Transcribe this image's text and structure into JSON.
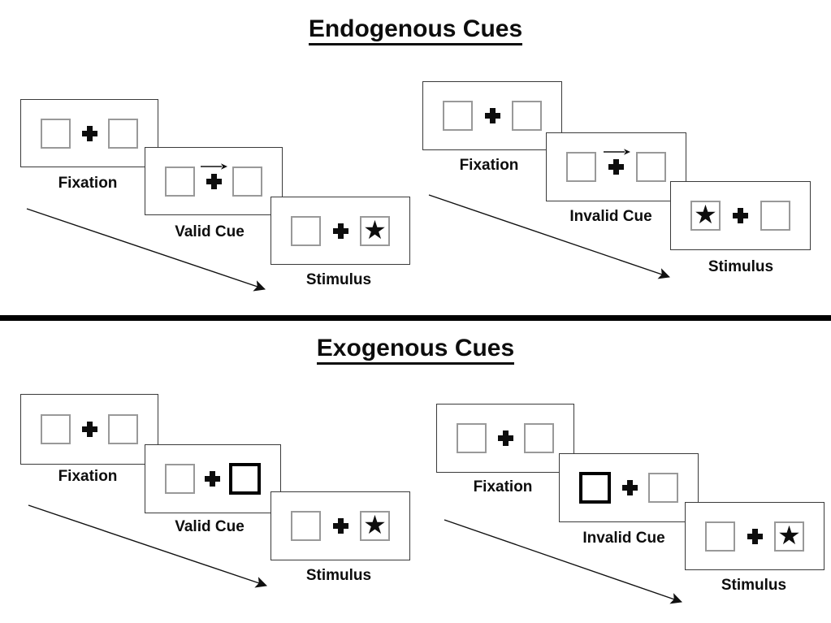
{
  "colors": {
    "ink": "#000000",
    "box_border": "#999999",
    "panel_border": "#3a3a3a"
  },
  "glyphs": {
    "star": "★"
  },
  "sections": [
    {
      "title": "Endogenous Cues",
      "cue_style": "arrow",
      "groups": [
        {
          "name": "valid",
          "cue_type": "arrow-right",
          "stimulus_side": "right",
          "panels": [
            {
              "label": "Fixation"
            },
            {
              "label": "Valid Cue"
            },
            {
              "label": "Stimulus"
            }
          ]
        },
        {
          "name": "invalid",
          "cue_type": "arrow-right",
          "stimulus_side": "left",
          "panels": [
            {
              "label": "Fixation"
            },
            {
              "label": "Invalid Cue"
            },
            {
              "label": "Stimulus"
            }
          ]
        }
      ]
    },
    {
      "title": "Exogenous Cues",
      "cue_style": "bold-box",
      "groups": [
        {
          "name": "valid",
          "cue_type": "bold-box-right",
          "stimulus_side": "right",
          "panels": [
            {
              "label": "Fixation"
            },
            {
              "label": "Valid Cue"
            },
            {
              "label": "Stimulus"
            }
          ]
        },
        {
          "name": "invalid",
          "cue_type": "bold-box-left",
          "stimulus_side": "right",
          "panels": [
            {
              "label": "Fixation"
            },
            {
              "label": "Invalid Cue"
            },
            {
              "label": "Stimulus"
            }
          ]
        }
      ]
    }
  ]
}
